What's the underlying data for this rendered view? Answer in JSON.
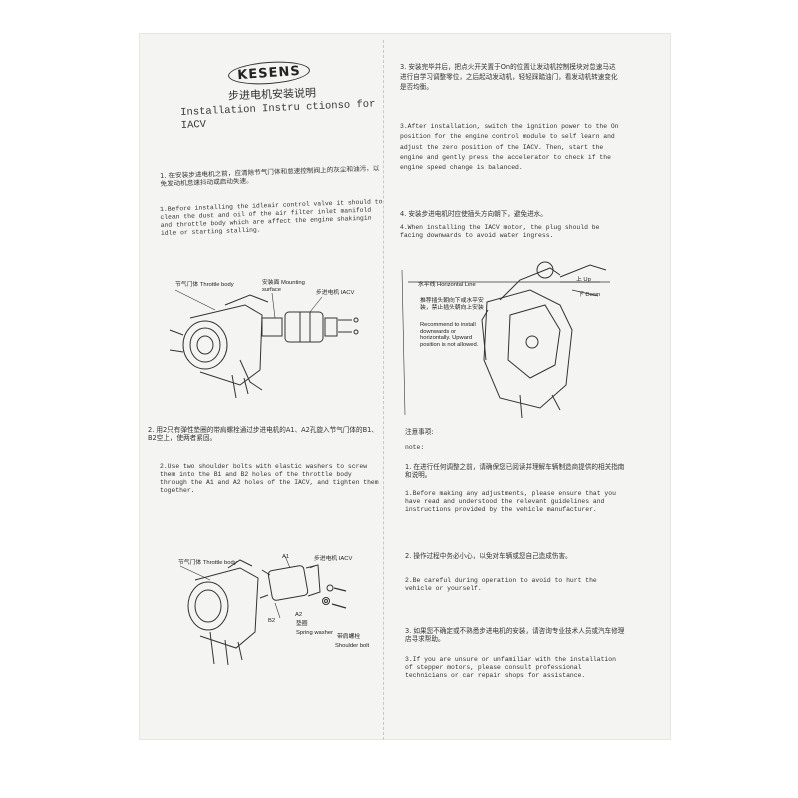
{
  "brand": "KESENS",
  "title_cn": "步进电机安装说明",
  "title_en": "Installation Instru ctionso for IACV",
  "left": {
    "step1_cn": "1. 在安装步进电机之前，应清除节气门体和怠速控制阀上的灰尘和油污，以免发动机怠速抖动或启动失速。",
    "step1_en": "1.Before installing the idleair control valve it should to clean the dust and oil of the air filter inlet manifold and throttle body which are affect the engine shakingin idle or starting stalling.",
    "fig1": {
      "throttle_body": "节气门体 Throttle body",
      "mounting_surface": "安装面 Mounting surface",
      "iacv": "步进电机 IACV"
    },
    "step2_cn": "2. 用2只有弹性垫圈的带肩螺栓通过步进电机的A1、A2孔旋入节气门体的B1、B2空上，使两者紧固。",
    "step2_en": "2.Use two shoulder bolts with elastic washers to screw them into the B1 and B2 holes of the throttle body through the A1 and A2 holes of the IACV, and tighten them together.",
    "fig2": {
      "throttle_body": "节气门体 Throttle body",
      "iacv": "步进电机 IACV",
      "a1": "A1",
      "a2": "A2",
      "b2": "B2",
      "spring_washer_cn": "垫圈",
      "spring_washer_en": "Spring washer",
      "shoulder_bolt_cn": "带肩螺栓",
      "shoulder_bolt_en": "Shoulder bolt"
    }
  },
  "right": {
    "step3_cn": "3. 安装完毕并后，把点火开关置于On的位置让发动机控制模块对怠速马达进行自学习调整零位，之后起动发动机，轻轻踩踏油门，看发动机转速变化是否均衡。",
    "step3_en": "3.After installation, switch the ignition power to the On position for the engine control module to self learn and adjust the zero position of the IACV. Then, start the engine and gently press the accelerator to check if the engine speed change is balanced.",
    "step4_cn": "4. 安装步进电机时应使插头方向朝下，避免进水。",
    "step4_en": "4.When installing the IACV motor, the plug should be facing downwards to avoid water ingress.",
    "fig3": {
      "horizontal_line": "水平线 Horizontal Line",
      "up": "上 Up",
      "down": "下 Down",
      "recommend_cn": "推荐插头朝向下或水平安装，禁止插头朝向上安装",
      "recommend_en": "Recommend to install downwards or horizontally. Upward position is not allowed."
    },
    "note_cn": "注意事项:",
    "note_en": "note:",
    "n1_cn": "1. 在进行任何调整之前，请确保您已阅读并理解车辆制造商提供的相关指南和说明。",
    "n1_en": "1.Before making any adjustments, please ensure that you have read and understood the relevant guidelines and instructions provided by the vehicle manufacturer.",
    "n2_cn": "2. 操作过程中务必小心，以免对车辆或您自己造成伤害。",
    "n2_en": "2.Be careful during operation to avoid to hurt the vehicle or yourself.",
    "n3_cn": "3. 如果您不确定或不熟悉步进电机的安装，请咨询专业技术人员或汽车修理店寻求帮助。",
    "n3_en": "3.If you are unsure or unfamiliar with the installation of stepper motors, please consult professional technicians or car repair shops for assistance."
  }
}
